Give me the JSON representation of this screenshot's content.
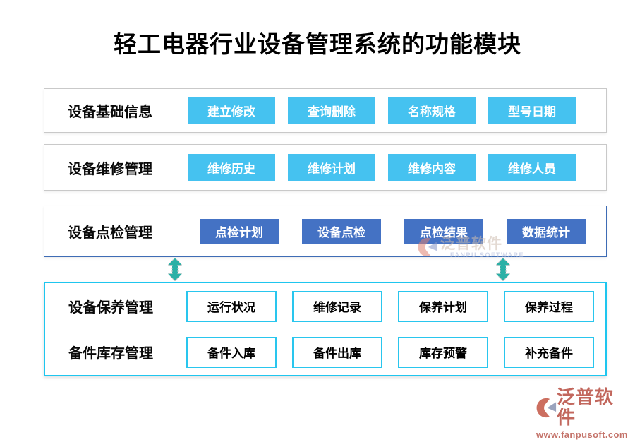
{
  "title": "轻工电器行业设备管理系统的功能模块",
  "rows": [
    {
      "label": "设备基础信息",
      "style": "sky",
      "buttons": [
        "建立修改",
        "查询删除",
        "名称规格",
        "型号日期"
      ]
    },
    {
      "label": "设备维修管理",
      "style": "sky",
      "buttons": [
        "维修历史",
        "维修计划",
        "维修内容",
        "维修人员"
      ]
    },
    {
      "label": "设备点检管理",
      "style": "royal",
      "buttons": [
        "点检计划",
        "设备点检",
        "点检结果",
        "数据统计"
      ]
    },
    {
      "label": "设备保养管理",
      "style": "outline",
      "buttons": [
        "运行状况",
        "维修记录",
        "保养计划",
        "保养过程"
      ]
    },
    {
      "label": "备件库存管理",
      "style": "outline",
      "buttons": [
        "备件入库",
        "备件出库",
        "库存预警",
        "补充备件"
      ]
    }
  ],
  "watermark": {
    "brand": "泛普软件",
    "subtitle": "FANPU SOFTWARE"
  },
  "footer": {
    "brand": "泛普软件",
    "url": "www.fanpusoft.com"
  },
  "colors": {
    "sky_button": "#45c2f0",
    "royal_button": "#4472c4",
    "check_panel_border": "#3e6cb5",
    "bottom_panel_border": "#1ec6ef",
    "outline_button_border": "#29c6ee",
    "arrow_teal": "#2ab0a6",
    "gray_panel_border": "#c9c9c9",
    "brand_red": "#c2675d"
  }
}
